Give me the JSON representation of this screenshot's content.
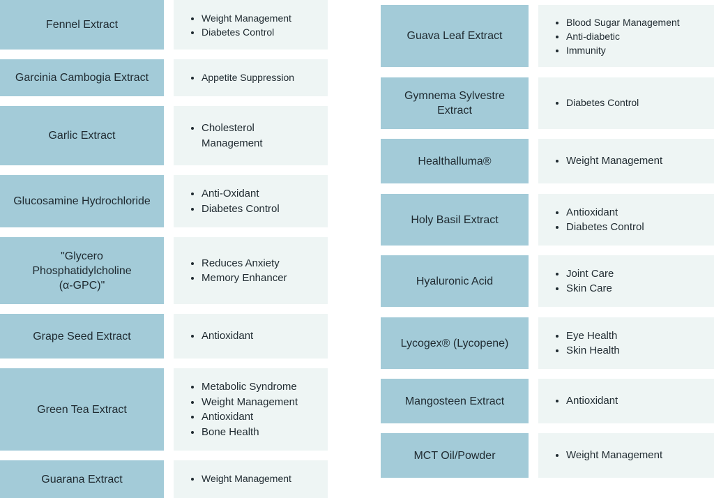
{
  "left_column": [
    {
      "name": "Fennel Extract",
      "benefits": [
        "Weight Management",
        "Diabetes Control"
      ]
    },
    {
      "name": "Garcinia Cambogia Extract",
      "benefits": [
        "Appetite Suppression"
      ]
    },
    {
      "name": "Garlic Extract",
      "benefits": [
        "Cholesterol",
        "Management"
      ]
    },
    {
      "name": "Glucosamine Hydrochloride",
      "benefits": [
        "Anti-Oxidant",
        "Diabetes Control"
      ]
    },
    {
      "name_lines": [
        "\"Glycero",
        "Phosphatidylcholine",
        "(α-GPC)\""
      ],
      "benefits": [
        "Reduces Anxiety",
        "Memory Enhancer"
      ]
    },
    {
      "name": "Grape Seed Extract",
      "benefits": [
        "Antioxidant"
      ]
    },
    {
      "name": "Green Tea Extract",
      "benefits": [
        "Metabolic Syndrome",
        "Weight Management",
        "Antioxidant",
        "Bone Health"
      ]
    },
    {
      "name": "Guarana Extract",
      "benefits": [
        "Weight Management"
      ]
    }
  ],
  "right_column": [
    {
      "name": "Guava Leaf Extract",
      "benefits": [
        "Blood Sugar Management",
        "Anti-diabetic",
        "Immunity"
      ]
    },
    {
      "name_lines": [
        "Gymnema Sylvestre",
        "Extract"
      ],
      "benefits": [
        "Diabetes Control"
      ]
    },
    {
      "name": "Healthalluma®",
      "benefits": [
        "Weight Management"
      ]
    },
    {
      "name": "Holy Basil Extract",
      "benefits": [
        "Antioxidant",
        "Diabetes Control"
      ]
    },
    {
      "name": "Hyaluronic Acid",
      "benefits": [
        "Joint Care",
        "Skin Care"
      ]
    },
    {
      "name": "Lycogex® (Lycopene)",
      "benefits": [
        "Eye Health",
        "Skin Health"
      ]
    },
    {
      "name": "Mangosteen Extract",
      "benefits": [
        "Antioxidant"
      ]
    },
    {
      "name": "MCT Oil/Powder",
      "benefits": [
        "Weight Management"
      ]
    }
  ],
  "colors": {
    "name_cell": "#a3cbd8",
    "benefit_cell": "#eef5f4",
    "text": "#1f2a30"
  }
}
